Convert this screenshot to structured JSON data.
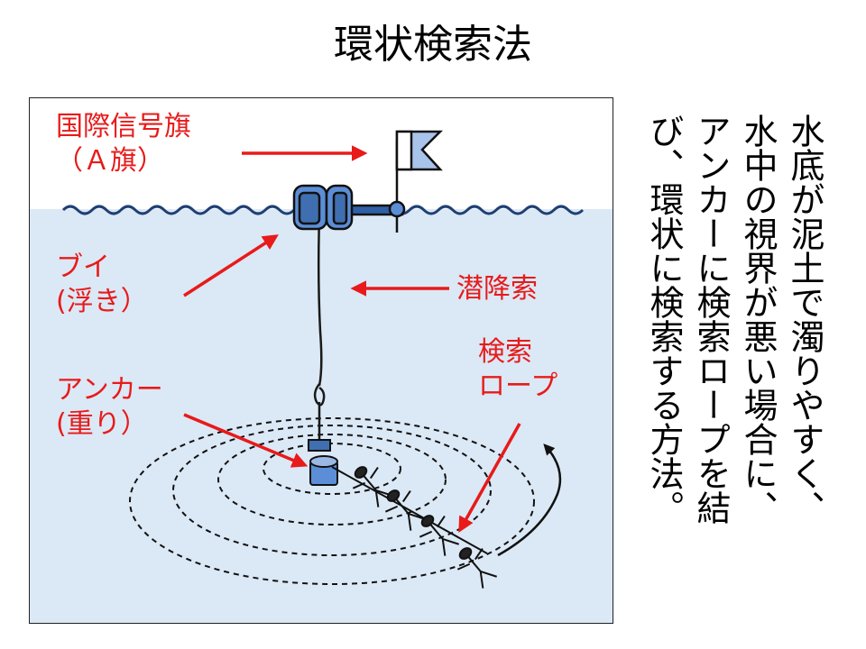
{
  "title": "環状検索法",
  "labels": {
    "flag": [
      "国際信号旗",
      "（Ａ旗）"
    ],
    "buoy": [
      "ブイ",
      "(浮き）"
    ],
    "line": "潜降索",
    "search_rope": [
      "検索",
      "ロープ"
    ],
    "anchor": [
      "アンカー",
      "(重り）"
    ]
  },
  "description_lines": [
    "水底が泥土で濁りやすく、",
    "水中の視界が悪い場合に、",
    "アンカーに検索ロープを結",
    "び、環状に検索する方法。"
  ],
  "colors": {
    "label_red": "#e81a1a",
    "water": "#dbe8f5",
    "buoy_blue": "#5b8ed6",
    "flag_blue": "#a9c4ea"
  }
}
